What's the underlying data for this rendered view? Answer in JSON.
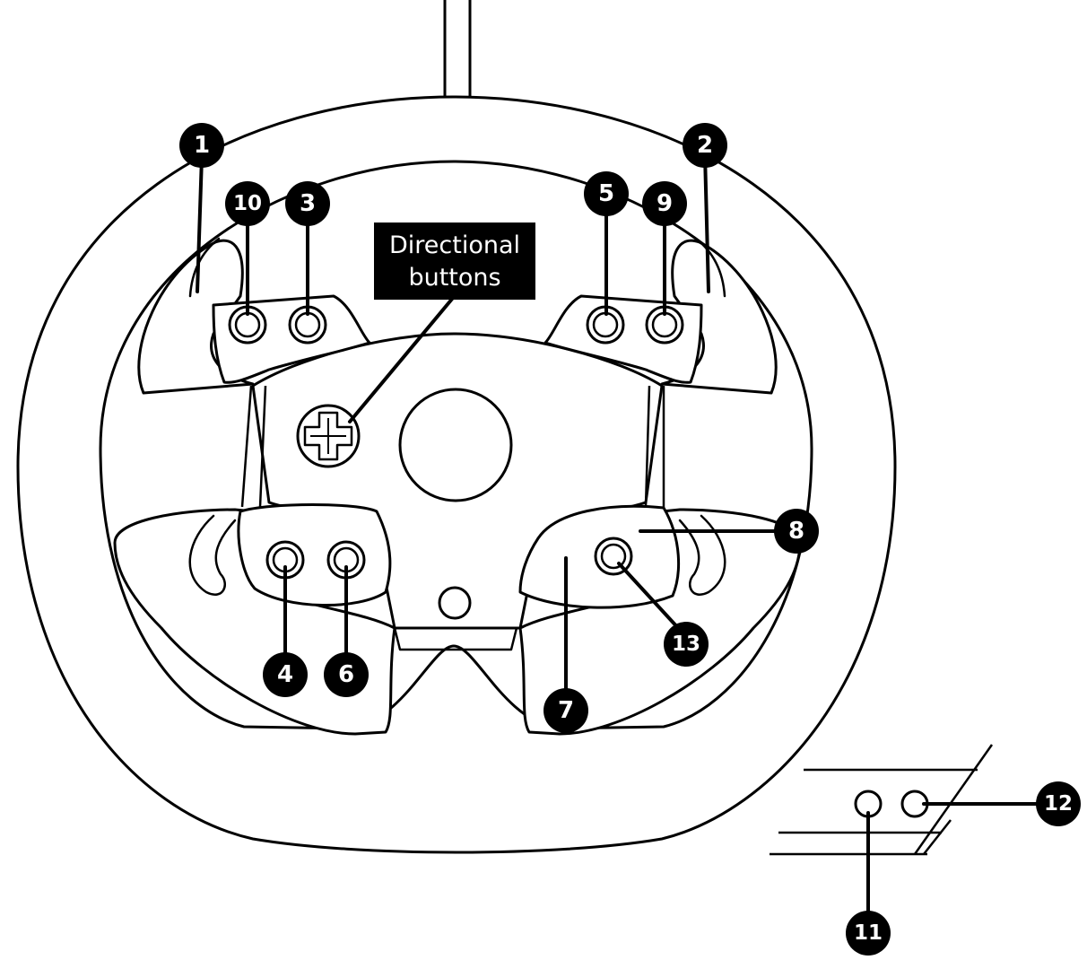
{
  "directional_label": {
    "line1": "Directional",
    "line2": "buttons"
  },
  "callouts": {
    "c1": "1",
    "c2": "2",
    "c3": "3",
    "c4": "4",
    "c5": "5",
    "c6": "6",
    "c7": "7",
    "c8": "8",
    "c9": "9",
    "c10": "10",
    "c11": "11",
    "c12": "12",
    "c13": "13"
  },
  "icons": {
    "dpad": "dpad-cross-icon"
  },
  "colors": {
    "ink": "#000000",
    "paper": "#ffffff"
  }
}
